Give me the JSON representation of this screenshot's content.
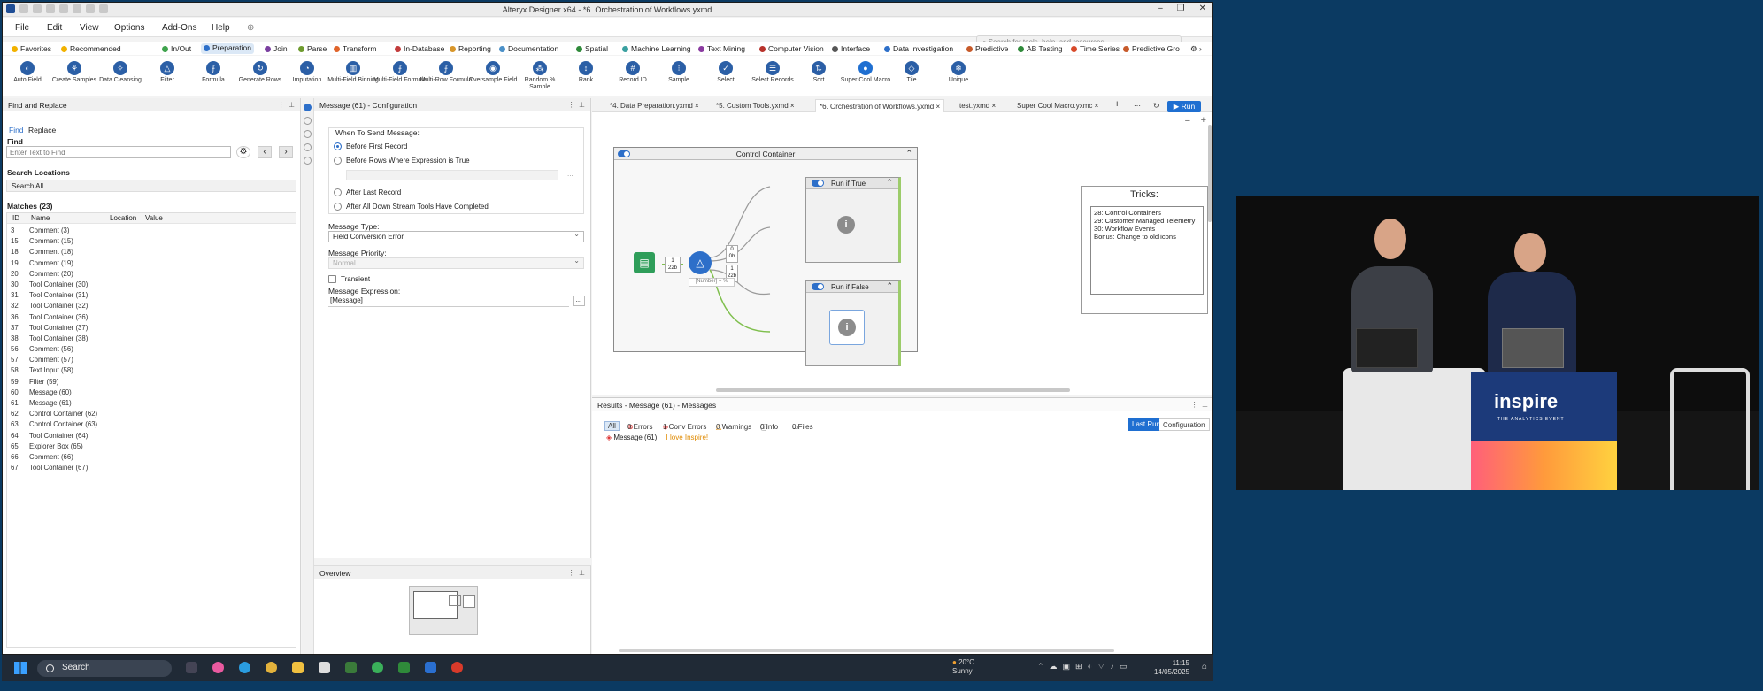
{
  "window": {
    "title": "Alteryx Designer x64 - *6. Orchestration of Workflows.yxmd",
    "min": "–",
    "restore": "❐",
    "close": "✕"
  },
  "menu": [
    "File",
    "Edit",
    "View",
    "Options",
    "Add-Ons",
    "Help"
  ],
  "search_placeholder": "Search for tools, help, and resources...",
  "tool_tabs": [
    {
      "label": "Favorites",
      "color": "#f2b200"
    },
    {
      "label": "Recommended",
      "color": "#f2b200"
    },
    {
      "label": "In/Out",
      "color": "#3fa34d"
    },
    {
      "label": "Preparation",
      "color": "#2d6fc9",
      "active": true
    },
    {
      "label": "Join",
      "color": "#7a3fa0"
    },
    {
      "label": "Parse",
      "color": "#6e9b2e"
    },
    {
      "label": "Transform",
      "color": "#e0642a"
    },
    {
      "label": "In-Database",
      "color": "#c23b3b"
    },
    {
      "label": "Reporting",
      "color": "#d8962a"
    },
    {
      "label": "Documentation",
      "color": "#4a90c8"
    },
    {
      "label": "Spatial",
      "color": "#2f8a3a"
    },
    {
      "label": "Machine Learning",
      "color": "#3aa0a0"
    },
    {
      "label": "Text Mining",
      "color": "#8a3aa0"
    },
    {
      "label": "Computer Vision",
      "color": "#b8322b"
    },
    {
      "label": "Interface",
      "color": "#555555"
    },
    {
      "label": "Data Investigation",
      "color": "#2d6fc9"
    },
    {
      "label": "Predictive",
      "color": "#c75a2a"
    },
    {
      "label": "AB Testing",
      "color": "#2f8a3a"
    },
    {
      "label": "Time Series",
      "color": "#d84a2a"
    },
    {
      "label": "Predictive Gro",
      "color": "#c75a2a"
    }
  ],
  "tools": [
    "Auto Field",
    "Create Samples",
    "Data Cleansing",
    "Filter",
    "Formula",
    "Generate Rows",
    "Imputation",
    "Multi-Field Binning",
    "Multi-Field Formula",
    "Multi-Row Formula",
    "Oversample Field",
    "Random % Sample",
    "Rank",
    "Record ID",
    "Sample",
    "Select",
    "Select Records",
    "Sort",
    "Super Cool Macro",
    "Tile",
    "Unique"
  ],
  "find_replace": {
    "title": "Find and Replace",
    "tab_find": "Find",
    "tab_replace": "Replace",
    "find_label": "Find",
    "find_placeholder": "Enter Text to Find",
    "search_locations_label": "Search Locations",
    "search_locations_value": "Search All",
    "matches_label": "Matches (23)",
    "columns": [
      "ID",
      "Name",
      "Location",
      "Value"
    ],
    "rows": [
      [
        "3",
        "Comment (3)"
      ],
      [
        "15",
        "Comment (15)"
      ],
      [
        "18",
        "Comment (18)"
      ],
      [
        "19",
        "Comment (19)"
      ],
      [
        "20",
        "Comment (20)"
      ],
      [
        "30",
        "Tool Container (30)"
      ],
      [
        "31",
        "Tool Container (31)"
      ],
      [
        "32",
        "Tool Container (32)"
      ],
      [
        "36",
        "Tool Container (36)"
      ],
      [
        "37",
        "Tool Container (37)"
      ],
      [
        "38",
        "Tool Container (38)"
      ],
      [
        "56",
        "Comment (56)"
      ],
      [
        "57",
        "Comment (57)"
      ],
      [
        "58",
        "Text Input (58)"
      ],
      [
        "59",
        "Filter (59)"
      ],
      [
        "60",
        "Message (60)"
      ],
      [
        "61",
        "Message (61)"
      ],
      [
        "62",
        "Control Container (62)"
      ],
      [
        "63",
        "Control Container (63)"
      ],
      [
        "64",
        "Tool Container (64)"
      ],
      [
        "65",
        "Explorer Box (65)"
      ],
      [
        "66",
        "Comment (66)"
      ],
      [
        "67",
        "Tool Container (67)"
      ]
    ]
  },
  "config": {
    "title": "Message (61) - Configuration",
    "when_label": "When To Send Message:",
    "options": [
      "Before First Record",
      "Before Rows Where Expression is True",
      "After Last Record",
      "After All Down Stream Tools Have Completed"
    ],
    "message_type_label": "Message Type:",
    "message_type_value": "Field Conversion Error",
    "message_priority_label": "Message Priority:",
    "message_priority_value": "Normal",
    "transient_label": "Transient",
    "expression_label": "Message Expression:",
    "expression_value": "[Message]",
    "ellipsis": "..."
  },
  "overview_title": "Overview",
  "doc_tabs": [
    "*4. Data Preparation.yxmd",
    "*5. Custom Tools.yxmd",
    "*6. Orchestration of Workflows.yxmd",
    "test.yxmd",
    "Super Cool Macro.yxmc"
  ],
  "run_label": "Run",
  "canvas": {
    "container_title": "Control Container",
    "run_true": "Run if True",
    "run_false": "Run if False",
    "badge1_a": "1",
    "badge1_b": "22b",
    "badge2_a": "0",
    "badge2_b": "0b",
    "badge3_a": "1",
    "badge3_b": "22b",
    "filter_label": "[Number] = %",
    "tricks_title": "Tricks:",
    "tricks": [
      "28: Control Containers",
      "29: Customer Managed Telemetry",
      "30: Workflow Events",
      "Bonus: Change to old icons"
    ]
  },
  "results": {
    "title": "Results - Message (61) - Messages",
    "all": "All",
    "errors": "0 Errors",
    "conv_errors": "1 Conv Errors",
    "warnings": "0 Warnings",
    "info": "0 Info",
    "files": "0 Files",
    "last_run": "Last Run",
    "configuration": "Configuration",
    "row_tool": "Message (61)",
    "row_msg": "I love Inspire!"
  },
  "taskbar": {
    "search": "Search",
    "temp": "20°C",
    "weather": "Sunny",
    "time": "11:15",
    "date": "14/05/2025"
  },
  "video": {
    "podium_logo": "inspire",
    "podium_sub": "THE ANALYTICS EVENT"
  }
}
